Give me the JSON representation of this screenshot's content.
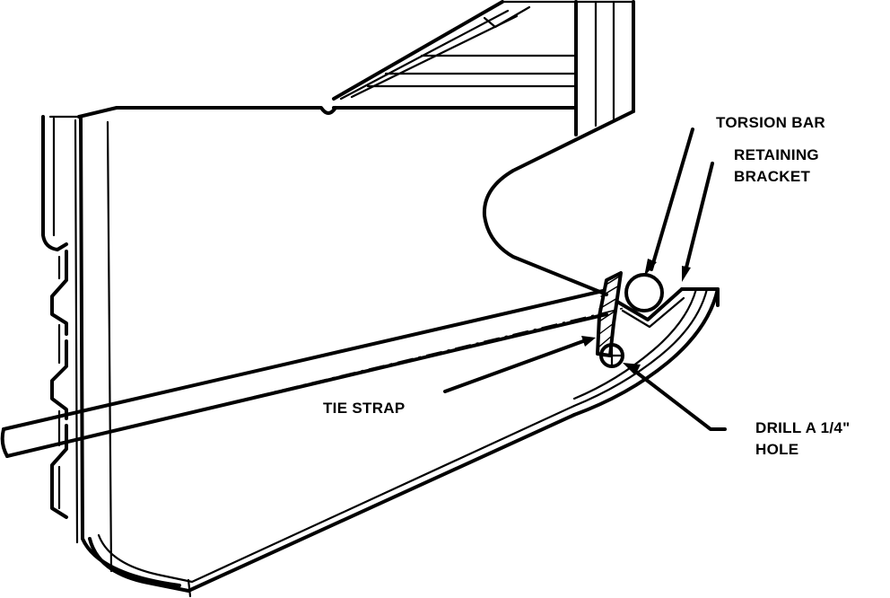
{
  "callouts": {
    "torsion_bar": "TORSION BAR",
    "retaining_bracket_line1": "RETAINING",
    "retaining_bracket_line2": "BRACKET",
    "tie_strap": "TIE STRAP",
    "drill_hole_line1": "DRILL A 1/4\"",
    "drill_hole_line2": "HOLE"
  },
  "colors": {
    "ink": "#000000",
    "paper": "#ffffff"
  }
}
